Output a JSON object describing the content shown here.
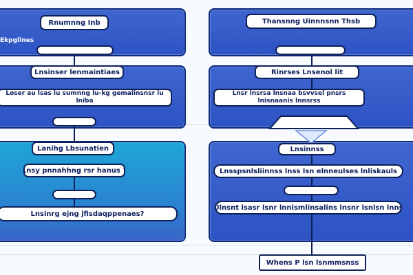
{
  "colors": {
    "panel_blue": "#2d53c4",
    "panel_teal": "#1fa6d6",
    "node_border": "#0d1f55",
    "node_text": "#0f2060",
    "background": "#f7fbff",
    "guide_line": "#cfe3d0"
  },
  "left_column": {
    "title": "Rnumnng Inb",
    "subtitle": "Ekpglines",
    "blank_bar": "",
    "step1": "Lnsinser lenmaintiaes",
    "step1_text": "Loser au lsas lu sumnng lu-kg gemaiinsnsr lu lniba",
    "blank_connector": "",
    "step2": "Lanihg Lbsunatien",
    "step2_question": "Lnsy pnnahhng rsr hanus ?",
    "blank_short": "",
    "footer_text": "Lnsinrg ejng jfisdaqppenaes?"
  },
  "right_column": {
    "title": "Thansnng Uinnnsnn Thsb",
    "blank_bar": "",
    "step1": "Rinrses Lnsenol lit",
    "step1_text": "Lnsr lnsrsa lnsnaa bsvvsel pnsrs lnisnaanis lnnsrss",
    "step2": "Lnsinnss",
    "step2_text": "Lnsspsnlsliinnss lnss lsn elnneulses lnliskauls",
    "blank_short": "",
    "step3_text": "Ulnsnt lsasr lsnr lnnlsmlinsalins lnsnr lsnlsn lnns",
    "final": "Whens P lsn lsnmmsnss"
  }
}
